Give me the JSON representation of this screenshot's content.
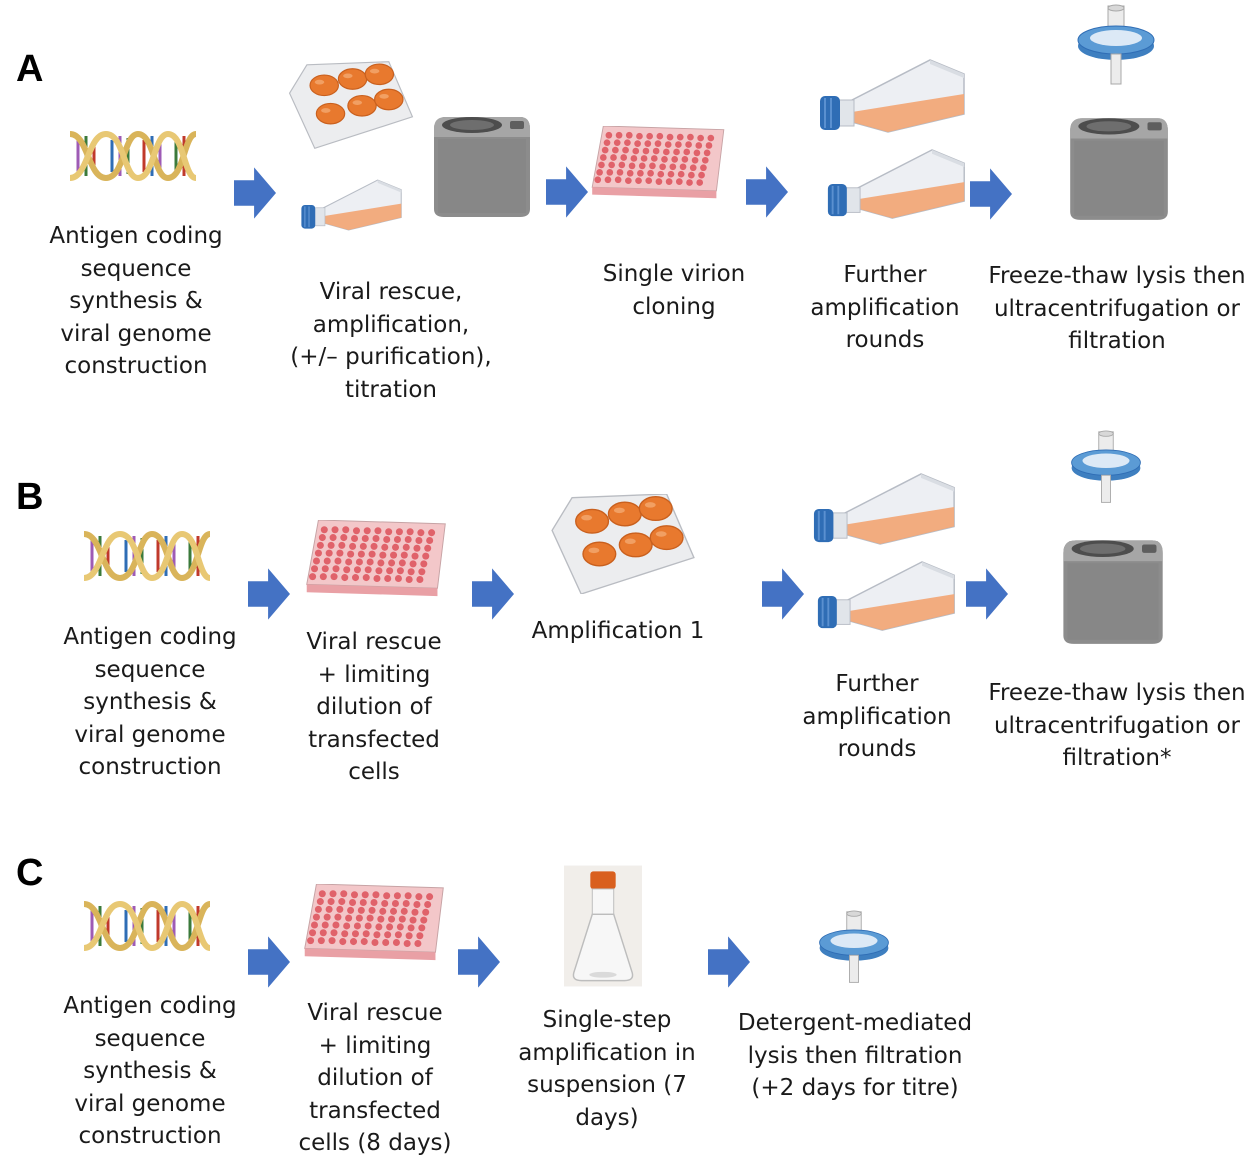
{
  "panels": {
    "A": {
      "letter": "A",
      "captions": {
        "dna": "Antigen coding\nsequence\nsynthesis &\nviral genome\nconstruction",
        "rescue": "Viral rescue,\namplification,\n(+/– purification),\ntitration",
        "cloning": "Single virion\ncloning",
        "further": "Further\namplification\nrounds",
        "lysis": "Freeze-thaw lysis then\nultracentrifugation or\nfiltration"
      }
    },
    "B": {
      "letter": "B",
      "captions": {
        "dna": "Antigen coding\nsequence\nsynthesis &\nviral genome\nconstruction",
        "rescue": "Viral rescue\n+ limiting\ndilution of\ntransfected\ncells",
        "amp1": "Amplification 1",
        "further": "Further\namplification\nrounds",
        "lysis": "Freeze-thaw lysis then\nultracentrifugation or\nfiltration*"
      }
    },
    "C": {
      "letter": "C",
      "captions": {
        "dna": "Antigen coding\nsequence\nsynthesis &\nviral genome\nconstruction",
        "rescue": "Viral rescue\n+ limiting\ndilution of\ntransfected\ncells (8 days)",
        "single": "Single-step\namplification in\nsuspension (7 days)",
        "detergent": "Detergent-mediated\nlysis then filtration\n(+2 days for titre)"
      }
    }
  },
  "colors": {
    "arrow": "#4472C4",
    "flask_medium": "#F2A878",
    "flask_cap": "#2F6DB5",
    "plate_well": "#E0626A",
    "dish_orange": "#E8792E",
    "centrifuge": "#8C8C8C",
    "filter": "#5B9BD5"
  }
}
